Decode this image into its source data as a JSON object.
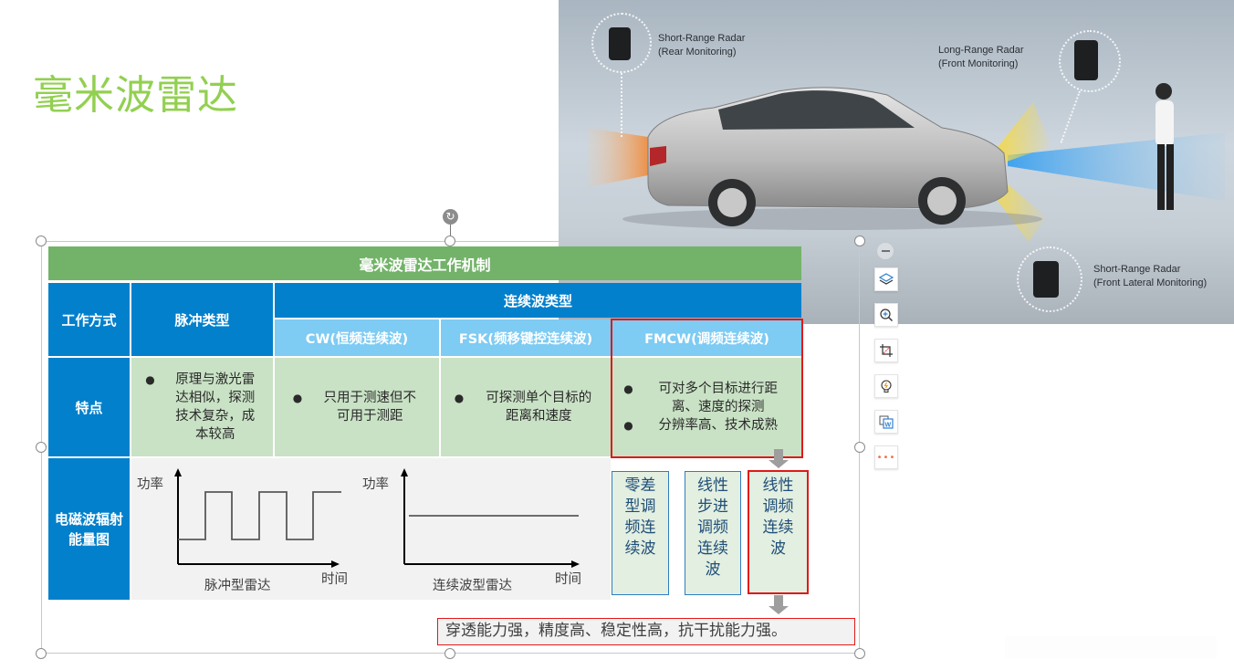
{
  "slide": {
    "title": "毫米波雷达"
  },
  "car_image": {
    "callouts": [
      {
        "title": "Short-Range Radar",
        "subtitle": "(Rear Monitoring)"
      },
      {
        "title": "Long-Range Radar",
        "subtitle": "(Front Monitoring)"
      },
      {
        "title": "Short-Range Radar",
        "subtitle": "(Front Lateral Monitoring)"
      }
    ]
  },
  "table": {
    "title": "毫米波雷达工作机制",
    "header": {
      "row_label": "工作方式",
      "pulse": "脉冲类型",
      "continuous": "连续波类型",
      "sub": [
        "CW(恒频连续波)",
        "FSK(频移键控连续波)",
        "FMCW(调频连续波)"
      ]
    },
    "features": {
      "label": "特点",
      "pulse": [
        "原理与激光雷达相似，探测技术复杂，成本较高"
      ],
      "cw": [
        "只用于测速但不可用于测距"
      ],
      "fsk": [
        "可探测单个目标的距离和速度"
      ],
      "fmcw": [
        "可对多个目标进行距离、速度的探测",
        "分辨率高、技术成熟"
      ]
    },
    "energy": {
      "label": "电磁波辐射能量图",
      "pulse_chart": {
        "ylabel": "功率",
        "xlabel": "时间",
        "caption": "脉冲型雷达"
      },
      "cw_chart": {
        "ylabel": "功率",
        "xlabel": "时间",
        "caption": "连续波型雷达"
      }
    }
  },
  "fmcw_types": [
    {
      "label": "零差型调频连续波",
      "lines": [
        "零差",
        "型调",
        "频连",
        "续波"
      ],
      "highlighted": false
    },
    {
      "label": "线性步进调频连续波",
      "lines": [
        "线性",
        "步进",
        "调频",
        "连续",
        "波"
      ],
      "highlighted": false
    },
    {
      "label": "线性调频连续波",
      "lines": [
        "线性",
        "调频",
        "连续",
        "波"
      ],
      "highlighted": true
    }
  ],
  "summary": "穿透能力强，精度高、稳定性高，抗干扰能力强。",
  "toolbar": {
    "items": [
      "collapse",
      "layers",
      "zoom-in",
      "crop",
      "smart-idea",
      "convert-to-word",
      "more"
    ]
  },
  "colors": {
    "title_green": "#92d050",
    "header_green": "#73b369",
    "header_blue": "#0280cc",
    "sub_blue": "#7ecbf3",
    "cell_green": "#c9e2c5",
    "highlight_red": "#e0191a"
  },
  "chart_data": [
    {
      "type": "line",
      "title": "脉冲型雷达",
      "xlabel": "时间",
      "ylabel": "功率",
      "series": [
        {
          "name": "pulse",
          "x": [
            0,
            1,
            1,
            2,
            2,
            3,
            3,
            4,
            4,
            5,
            5,
            6,
            6,
            6.5
          ],
          "values": [
            0,
            0,
            1,
            1,
            0,
            0,
            1,
            1,
            0,
            0,
            1,
            1,
            1,
            1
          ]
        }
      ],
      "grid": false
    },
    {
      "type": "line",
      "title": "连续波型雷达",
      "xlabel": "时间",
      "ylabel": "功率",
      "series": [
        {
          "name": "continuous",
          "x": [
            0,
            10
          ],
          "values": [
            1,
            1
          ]
        }
      ],
      "grid": false
    }
  ]
}
